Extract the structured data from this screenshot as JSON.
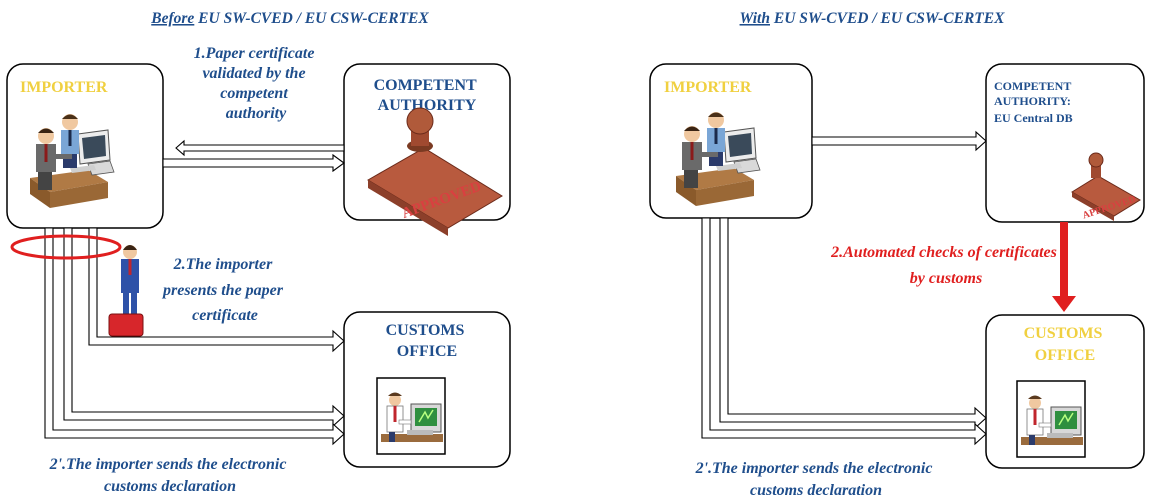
{
  "colors": {
    "text_blue": "#1f4e8c",
    "text_red": "#e01f1f",
    "label_yellow": "#f0d040",
    "ellipse_red": "#e01f1f",
    "arrow_red": "#e01f1f"
  },
  "before": {
    "title_underlined": "Before",
    "title_rest": " EU SW-CVED / EU CSW-CERTEX",
    "importer_label": "IMPORTER",
    "authority_label_lines": [
      "COMPETENT",
      "AUTHORITY"
    ],
    "customs_label_lines": [
      "CUSTOMS",
      "OFFICE"
    ],
    "step1_lines": [
      "1.Paper certificate",
      "validated by the",
      "competent",
      "authority"
    ],
    "step2_lines": [
      "2.The importer",
      "presents the paper",
      "certificate"
    ],
    "step2b_lines": [
      "2'.The importer sends the electronic",
      "customs declaration"
    ],
    "stamp_text": "APPROVED"
  },
  "after": {
    "title_underlined": "With",
    "title_rest": " EU SW-CVED / EU CSW-CERTEX",
    "importer_label": "IMPORTER",
    "authority_label_lines": [
      "COMPETENT",
      "AUTHORITY:",
      "EU Central DB"
    ],
    "customs_label_lines": [
      "CUSTOMS",
      "OFFICE"
    ],
    "step2_lines": [
      "2.Automated checks of certificates",
      "by customs"
    ],
    "step2b_lines": [
      "2'.The importer sends the electronic",
      "customs declaration"
    ],
    "stamp_text": "APPROVED"
  }
}
